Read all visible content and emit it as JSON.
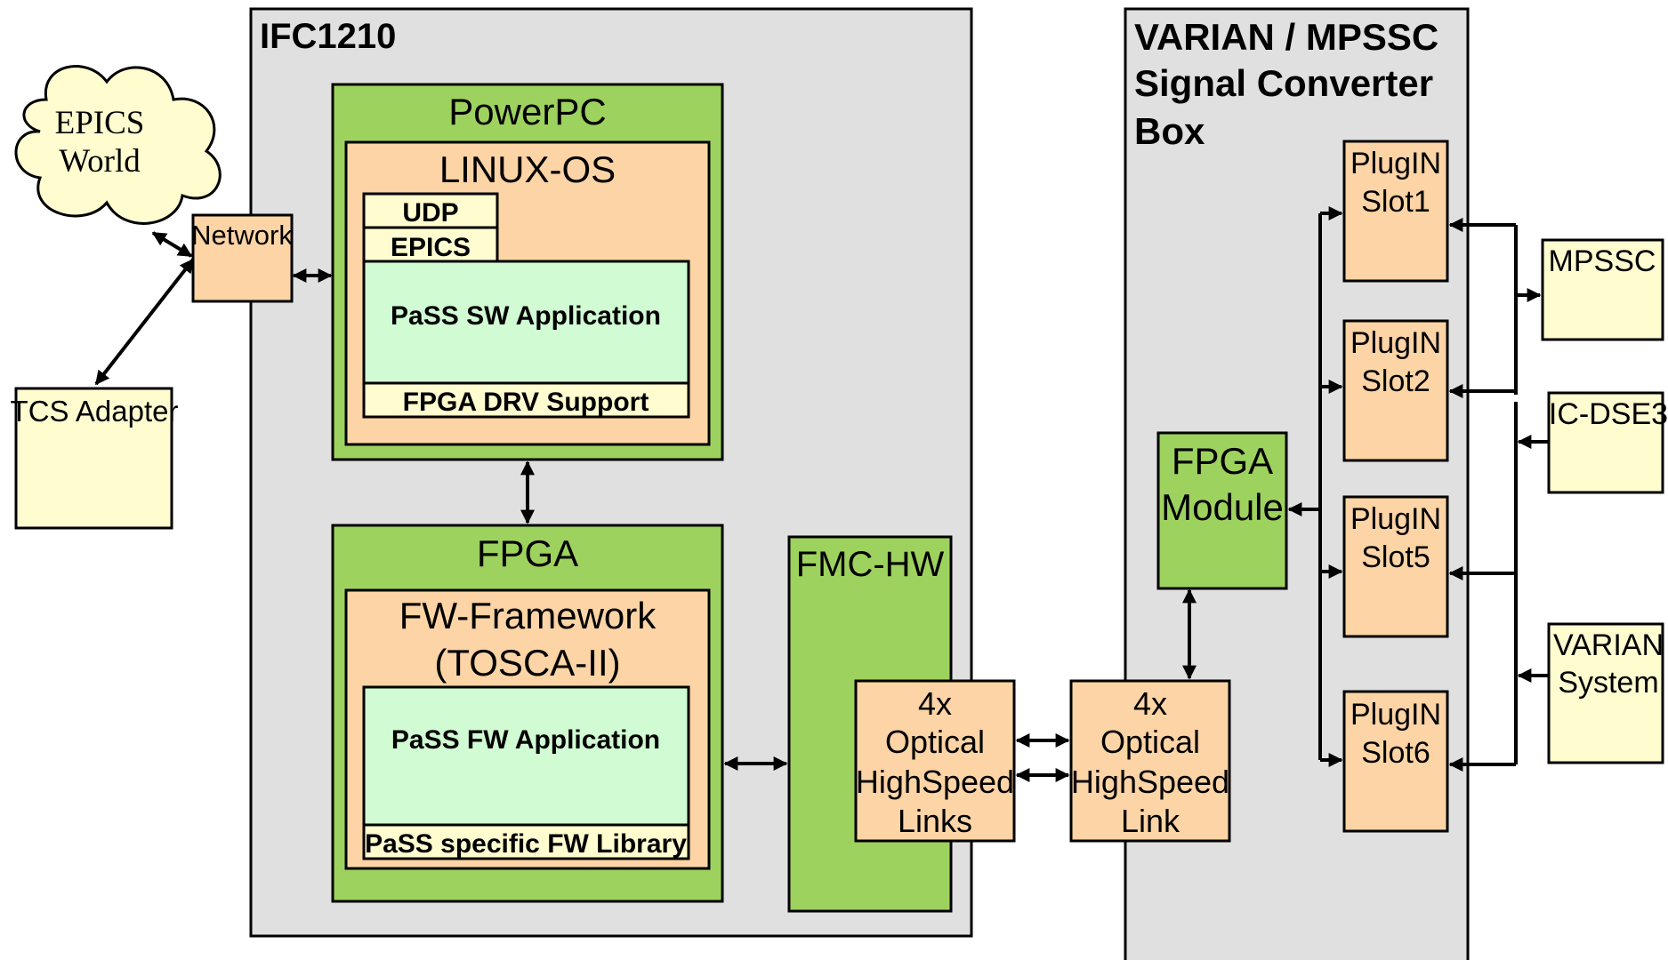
{
  "containers": {
    "ifc1210": "IFC1210",
    "varian_title": [
      "VARIAN / MPSSC",
      "Signal Converter",
      "Box"
    ]
  },
  "blocks": {
    "epics_world": [
      "EPICS",
      "World"
    ],
    "network": "Network",
    "tcs_adapter": "TCS Adapter",
    "powerpc": "PowerPC",
    "linux_os": "LINUX-OS",
    "udp": "UDP",
    "epics": "EPICS",
    "pass_sw_application": "PaSS SW Application",
    "fpga_drv_support": "FPGA DRV Support",
    "fpga": "FPGA",
    "fw_framework": [
      "FW-Framework",
      "(TOSCA-II)"
    ],
    "pass_fw_application": "PaSS FW Application",
    "pass_fw_library": "PaSS specific FW Library",
    "fmc_hw": "FMC-HW",
    "optical_links_ifc": [
      "4x",
      "Optical",
      "HighSpeed",
      "Links"
    ],
    "optical_link_varian": [
      "4x",
      "Optical",
      "HighSpeed",
      "Link"
    ],
    "fpga_module": [
      "FPGA",
      "Module"
    ],
    "plugin_slot1": [
      "PlugIN",
      "Slot1"
    ],
    "plugin_slot2": [
      "PlugIN",
      "Slot2"
    ],
    "plugin_slot5": [
      "PlugIN",
      "Slot5"
    ],
    "plugin_slot6": [
      "PlugIN",
      "Slot6"
    ],
    "mpssc": "MPSSC",
    "ic_dse3": "IC-DSE3",
    "varian_system": [
      "VARIAN",
      "System"
    ]
  }
}
